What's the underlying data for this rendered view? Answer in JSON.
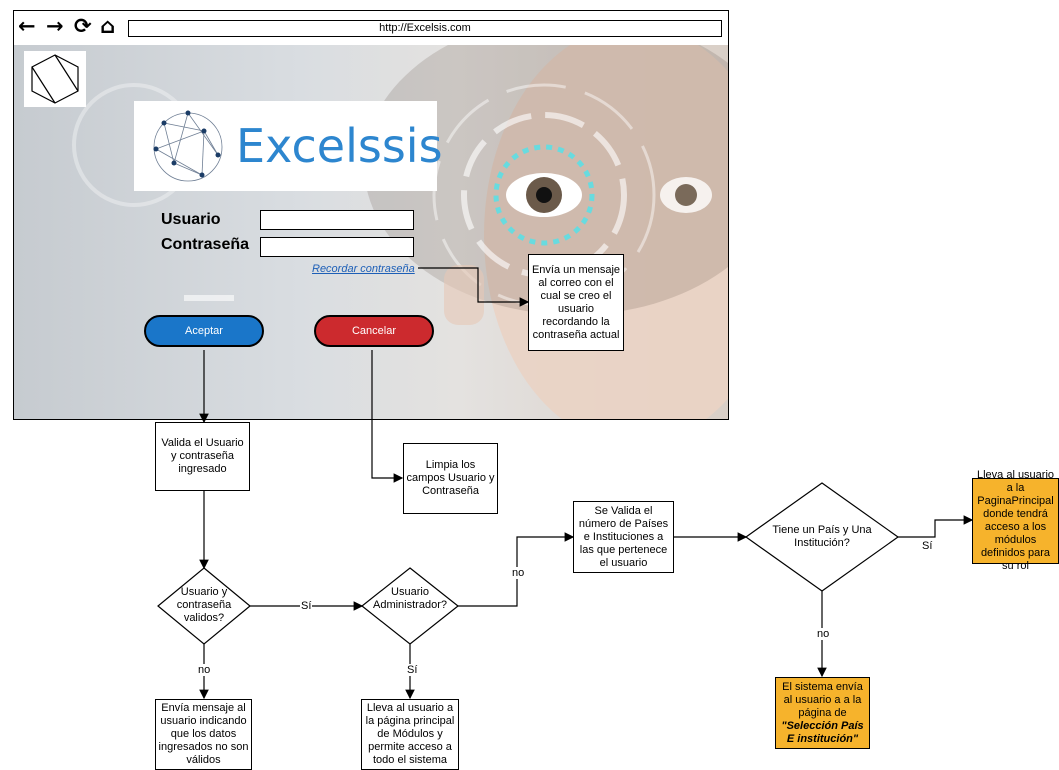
{
  "browser": {
    "back_icon": "←",
    "forward_icon": "→",
    "reload_icon": "⟳",
    "home_icon": "⌂",
    "url": "http://Excelsis.com"
  },
  "login": {
    "brand": "Excelssis",
    "user_label": "Usuario",
    "password_label": "Contraseña",
    "user_value": "",
    "password_value": "",
    "remember_link": "Recordar contraseña",
    "accept_button": "Aceptar",
    "cancel_button": "Cancelar",
    "accept_color": "#1a76c9",
    "cancel_color": "#cc2a2e"
  },
  "flow": {
    "remember_note": "Envía un mensaje al correo con el cual se creo el usuario recordando la contraseña actual",
    "validate": "Valida el Usuario y contraseña ingresado",
    "clear_fields": "Limpia los campos Usuario y Contraseña",
    "decision_valid": "Usuario y contraseña validos?",
    "decision_admin": "Usuario Administrador?",
    "invalid_message": "Envía mensaje al usuario indicando que los datos ingresados no son válidos",
    "admin_result": "Lleva al usuario a la página principal de Módulos y permite acceso a todo el sistema",
    "validate_countries": "Se Valida el número de Países e Instituciones a las que pertenece el usuario",
    "decision_country": "Tiene un País y Una Institución?",
    "main_page": "Lleva al usuario a la PaginaPrincipal donde tendrá acceso a los módulos definidos para su rol",
    "select_country_prefix": "El sistema envía al usuario a a la página de",
    "select_country_name": "\"Selección País E institución\"",
    "label_yes_1": "Sí",
    "label_no_1": "no",
    "label_yes_2": "Sí",
    "label_no_2": "no",
    "label_yes_3": "Sí",
    "label_no_3": "no",
    "highlight_color": "#f6b32c"
  }
}
